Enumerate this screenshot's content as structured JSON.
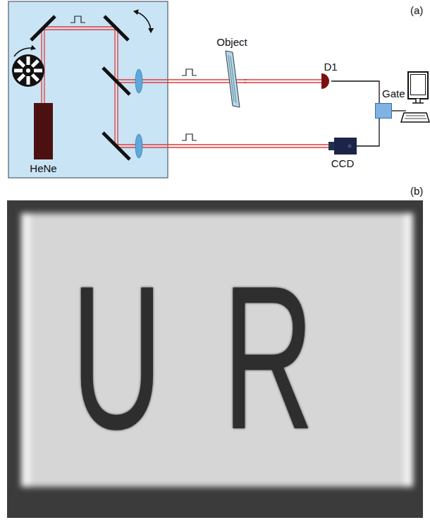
{
  "diagram": {
    "nodes": [
      {
        "text": [
          "HeNe"
        ]
      },
      {
        "text": [
          "Object"
        ]
      },
      {
        "text": [
          "D1"
        ]
      },
      {
        "text": [
          "Gate"
        ]
      },
      {
        "text": [
          "CCD"
        ]
      }
    ],
    "edges": [
      {
        "from": 1,
        "to": 2,
        "arrow": "none"
      },
      {
        "from": 2,
        "to": 3,
        "arrow": "none"
      },
      {
        "from": 4,
        "to": 3,
        "arrow": "none"
      }
    ],
    "labels": [
      "(a)",
      "(b)",
      "UR"
    ]
  }
}
